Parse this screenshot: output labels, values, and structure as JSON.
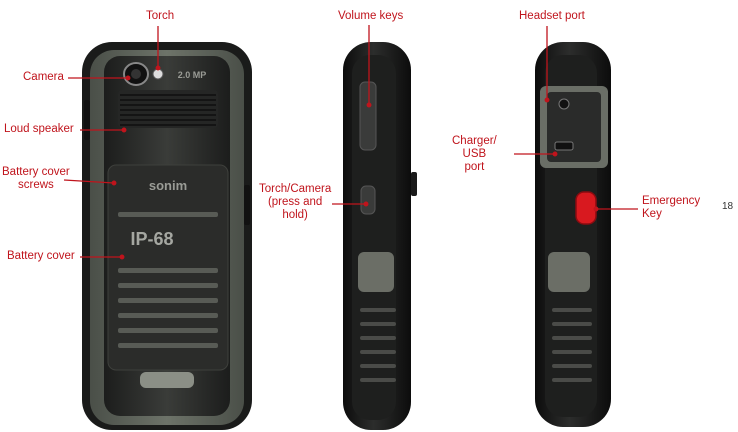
{
  "labels": {
    "torch": "Torch",
    "camera": "Camera",
    "loud_speaker": "Loud speaker",
    "battery_cover_screws": "Battery cover\nscrews",
    "battery_cover": "Battery cover",
    "volume_keys": "Volume keys",
    "torch_camera": "Torch/Camera\n(press and\nhold)",
    "headset_port": "Headset port",
    "charger_usb_port": "Charger/\nUSB\nport",
    "emergency_key": "Emergency\nKey"
  },
  "phone_back_text": {
    "brand": "sonim",
    "rating": "IP-68",
    "camera_badge": "2.0 MP"
  },
  "page_number": "18",
  "colors": {
    "label": "#c0141c",
    "leader": "#c0141c",
    "phone_body": "#2a2b2a",
    "phone_rim": "#555a52",
    "emergency_key": "#d8191f"
  }
}
